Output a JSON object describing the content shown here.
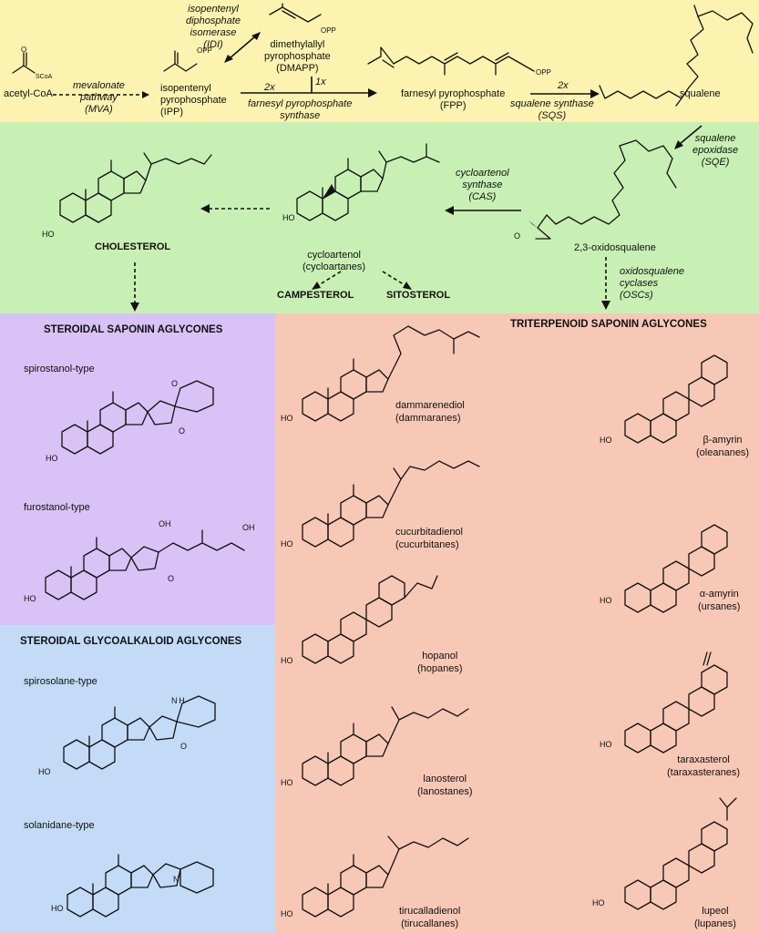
{
  "colors": {
    "mva": "#fcf3b0",
    "sterol": "#c8f0b4",
    "saponin": "#d9c2f5",
    "alkaloid": "#c3dbf7",
    "triterpenoid": "#f7c8b6"
  },
  "mva": {
    "acetyl_coa": "acetyl-CoA",
    "scoa": "SCoA",
    "mva_pathway": [
      "mevalonate",
      "pathway",
      "(MVA)"
    ],
    "ipp": [
      "isopentenyl",
      "pyrophosphate",
      "(IPP)"
    ],
    "idi": [
      "isopentenyl",
      "diphosphate",
      "isomerase",
      "(IDI)"
    ],
    "dmapp": [
      "dimethylallyl",
      "pyrophosphate",
      "(DMAPP)"
    ],
    "opp": "OPP",
    "fps_2x": "2x",
    "fps_1x": "1x",
    "fps": [
      "farnesyl pyrophosphate",
      "synthase"
    ],
    "fpp": [
      "farnesyl pyrophosphate",
      "(FPP)"
    ],
    "sqs_2x": "2x",
    "sqs": [
      "squalene synthase",
      "(SQS)"
    ],
    "squalene": "squalene"
  },
  "sterol": {
    "sqe": [
      "squalene",
      "epoxidase",
      "(SQE)"
    ],
    "oxidosqualene": "2,3-oxidosqualene",
    "cas": [
      "cycloartenol",
      "synthase",
      "(CAS)"
    ],
    "cycloartenol": [
      "cycloartenol",
      "(cycloartanes)"
    ],
    "cholesterol": "CHOLESTEROL",
    "campesterol": "CAMPESTEROL",
    "sitosterol": "SITOSTEROL",
    "oscs": [
      "oxidosqualene",
      "cyclases",
      "(OSCs)"
    ],
    "ho": "HO"
  },
  "saponin": {
    "title": "STEROIDAL SAPONIN AGLYCONES",
    "spirostanol": "spirostanol-type",
    "furostanol": "furostanol-type",
    "o": "O",
    "oh": "OH",
    "ho": "HO"
  },
  "alkaloid": {
    "title": "STEROIDAL GLYCOALKALOID AGLYCONES",
    "spirosolane": "spirosolane-type",
    "solanidane": "solanidane-type",
    "nh": "N H",
    "n": "N"
  },
  "triterpenoid": {
    "title": "TRITERPENOID SAPONIN AGLYCONES",
    "dammarenediol": [
      "dammarenediol",
      "(dammaranes)"
    ],
    "cucurbitadienol": [
      "cucurbitadienol",
      "(cucurbitanes)"
    ],
    "hopanol": [
      "hopanol",
      "(hopanes)"
    ],
    "lanosterol": [
      "lanosterol",
      "(lanostanes)"
    ],
    "tirucalladienol": [
      "tirucalladienol",
      "(tirucallanes)"
    ],
    "b_amyrin": [
      "β-amyrin",
      "(oleananes)"
    ],
    "a_amyrin": [
      "α-amyrin",
      "(ursanes)"
    ],
    "taraxasterol": [
      "taraxasterol",
      "(taraxasteranes)"
    ],
    "lupeol": [
      "lupeol",
      "(lupanes)"
    ]
  }
}
